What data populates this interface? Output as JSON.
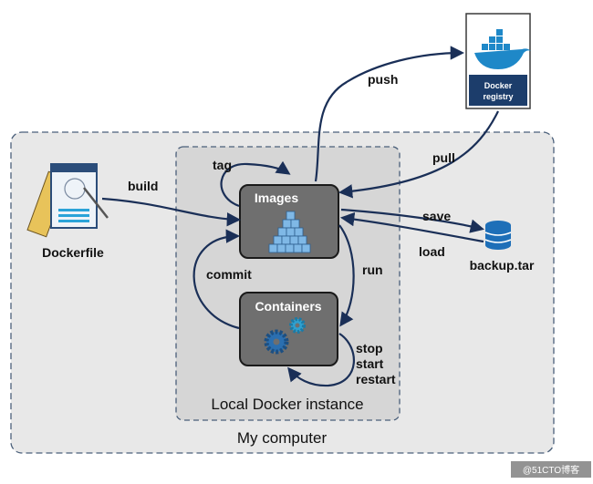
{
  "labels": {
    "push": "push",
    "pull": "pull",
    "tag": "tag",
    "build": "build",
    "save": "save",
    "load": "load",
    "run": "run",
    "commit": "commit",
    "stop": "stop",
    "start": "start",
    "restart": "restart"
  },
  "nodes": {
    "images": "Images",
    "containers": "Containers",
    "dockerfile": "Dockerfile",
    "backup": "backup.tar",
    "registry_line1": "Docker",
    "registry_line2": "registry"
  },
  "regions": {
    "local_instance": "Local Docker instance",
    "my_computer": "My computer"
  },
  "watermark": "@51CTO博客",
  "colors": {
    "arrow": "#1a2f57",
    "node_fill": "#6f6f6f",
    "region_fill": "#e8e8e8",
    "accent_blue": "#2b6fb0"
  }
}
